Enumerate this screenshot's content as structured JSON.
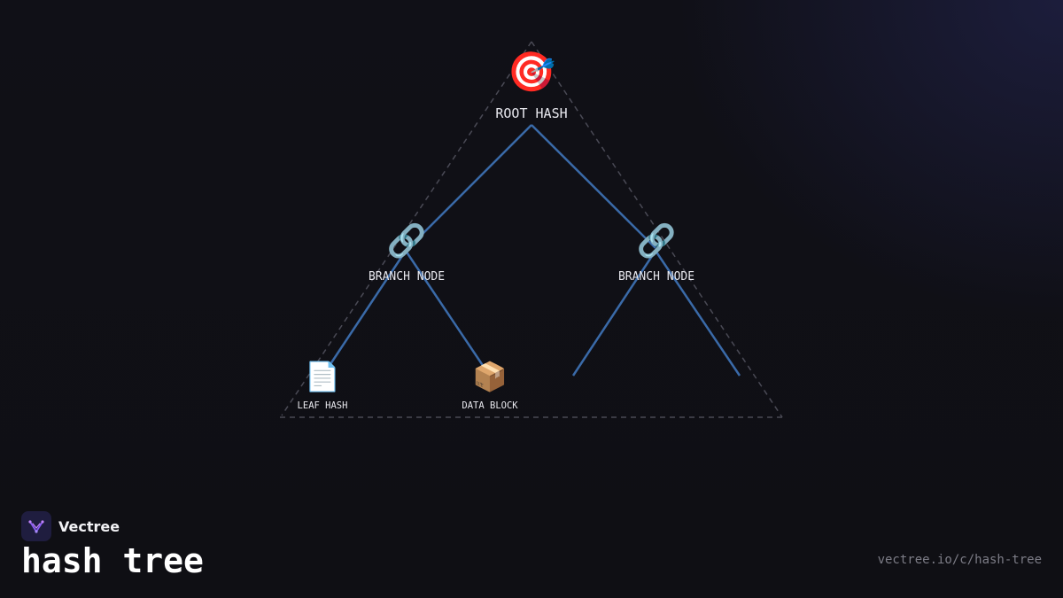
{
  "brand": {
    "name": "Vectree",
    "logo_icon": "vectree-logo-icon",
    "logo_color": "#8b5cf6"
  },
  "title": "hash tree",
  "url": "vectree.io/c/hash-tree",
  "colors": {
    "background": "#0f0f14",
    "edge": "#3a6aa8",
    "outline": "#4a4a55"
  },
  "diagram": {
    "nodes": [
      {
        "id": "root",
        "label": "ROOT HASH",
        "icon": "target-icon",
        "glyph": "🎯"
      },
      {
        "id": "branch-left",
        "label": "BRANCH NODE",
        "icon": "link-icon",
        "glyph": "🔗"
      },
      {
        "id": "branch-right",
        "label": "BRANCH NODE",
        "icon": "link-icon",
        "glyph": "🔗"
      },
      {
        "id": "leaf",
        "label": "LEAF HASH",
        "icon": "page-icon",
        "glyph": "📄"
      },
      {
        "id": "data",
        "label": "DATA BLOCK",
        "icon": "package-icon",
        "glyph": "📦"
      }
    ],
    "edges": [
      {
        "from": "root",
        "to": "branch-left"
      },
      {
        "from": "root",
        "to": "branch-right"
      },
      {
        "from": "branch-left",
        "to": "leaf"
      },
      {
        "from": "branch-left",
        "to": "data"
      },
      {
        "from": "branch-right",
        "to": "right-child-a"
      },
      {
        "from": "branch-right",
        "to": "right-child-b"
      }
    ]
  }
}
